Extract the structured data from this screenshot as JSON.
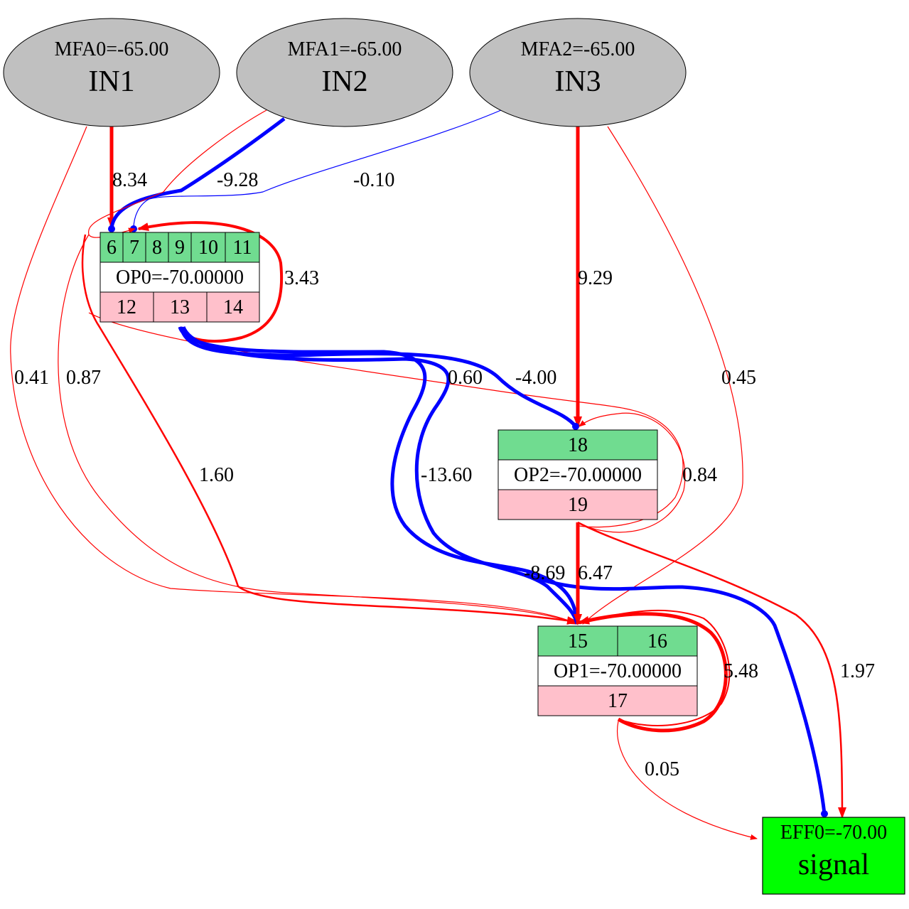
{
  "nodes": {
    "in1": {
      "value_label": "MFA0=-65.00",
      "name": "IN1"
    },
    "in2": {
      "value_label": "MFA1=-65.00",
      "name": "IN2"
    },
    "in3": {
      "value_label": "MFA2=-65.00",
      "name": "IN3"
    },
    "op0": {
      "inputs": [
        "6",
        "7",
        "8",
        "9",
        "10",
        "11"
      ],
      "label": "OP0=-70.00000",
      "outputs": [
        "12",
        "13",
        "14"
      ]
    },
    "op2": {
      "inputs": [
        "18"
      ],
      "label": "OP2=-70.00000",
      "outputs": [
        "19"
      ]
    },
    "op1": {
      "inputs": [
        "15",
        "16"
      ],
      "label": "OP1=-70.00000",
      "outputs": [
        "17"
      ]
    },
    "eff0": {
      "value_label": "EFF0=-70.00",
      "name": "signal"
    }
  },
  "edges": [
    {
      "id": "in1_op0",
      "weight": "8.34",
      "color": "#ff0000",
      "kind": "excitatory"
    },
    {
      "id": "in2_op0",
      "weight": "-9.28",
      "color": "#0000ff",
      "kind": "inhibitory"
    },
    {
      "id": "in3_op0",
      "weight": "-0.10",
      "color": "#0000ff",
      "kind": "inhibitory"
    },
    {
      "id": "in3_op2",
      "weight": "9.29",
      "color": "#ff0000",
      "kind": "excitatory"
    },
    {
      "id": "in3_op1",
      "weight": "0.45",
      "color": "#ff0000",
      "kind": "excitatory"
    },
    {
      "id": "in1_op1",
      "weight": "0.41",
      "color": "#ff0000",
      "kind": "excitatory"
    },
    {
      "id": "in2_op1",
      "weight": "0.87",
      "color": "#ff0000",
      "kind": "excitatory"
    },
    {
      "id": "op0_self",
      "weight": "3.43",
      "color": "#ff0000",
      "kind": "excitatory"
    },
    {
      "id": "op0_op1_red",
      "weight": "1.60",
      "color": "#ff0000",
      "kind": "excitatory"
    },
    {
      "id": "op0_op1_blue",
      "weight": "-13.60",
      "color": "#0000ff",
      "kind": "inhibitory"
    },
    {
      "id": "op0_op2_red",
      "weight": "0.60",
      "color": "#ff0000",
      "kind": "excitatory"
    },
    {
      "id": "op0_op2_blue",
      "weight": "-4.00",
      "color": "#0000ff",
      "kind": "inhibitory"
    },
    {
      "id": "op2_self",
      "weight": "0.84",
      "color": "#ff0000",
      "kind": "excitatory"
    },
    {
      "id": "op2_op1",
      "weight": "6.47",
      "color": "#ff0000",
      "kind": "excitatory"
    },
    {
      "id": "op0_op1_blue2",
      "weight": "-8.69",
      "color": "#0000ff",
      "kind": "inhibitory"
    },
    {
      "id": "op2_eff",
      "weight": "1.97",
      "color": "#ff0000",
      "kind": "excitatory"
    },
    {
      "id": "op1_self",
      "weight": "5.48",
      "color": "#ff0000",
      "kind": "excitatory"
    },
    {
      "id": "op1_eff",
      "weight": "0.05",
      "color": "#ff0000",
      "kind": "excitatory"
    }
  ],
  "colors": {
    "excitatory": "#ff0000",
    "inhibitory": "#0000ff",
    "input_port": "#70dc90",
    "output_port": "#ffc0cb",
    "effector": "#00ff00",
    "sensor": "#c0c0c0"
  }
}
